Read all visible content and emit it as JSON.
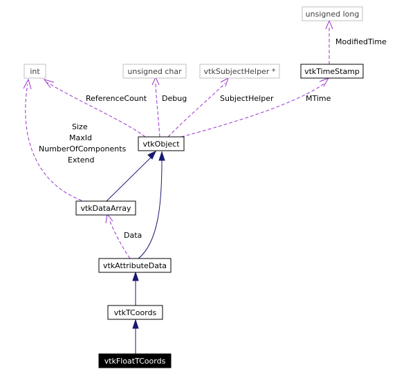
{
  "diagram": {
    "nodes": {
      "unsigned_long": "unsigned long",
      "vtkTimeStamp": "vtkTimeStamp",
      "int": "int",
      "unsigned_char": "unsigned char",
      "vtkSubjectHelper": "vtkSubjectHelper *",
      "vtkObject": "vtkObject",
      "vtkDataArray": "vtkDataArray",
      "vtkAttributeData": "vtkAttributeData",
      "vtkTCoords": "vtkTCoords",
      "vtkFloatTCoords": "vtkFloatTCoords"
    },
    "edge_labels": {
      "modified_time": "ModifiedTime",
      "reference_count": "ReferenceCount",
      "debug": "Debug",
      "subject_helper": "SubjectHelper",
      "mtime": "MTime",
      "size": "Size",
      "max_id": "MaxId",
      "number_of_components": "NumberOfComponents",
      "extend": "Extend",
      "data": "Data"
    },
    "colors": {
      "inheritance": "#191970",
      "usage": "#9a32cd",
      "external_border": "#bfbfbf"
    }
  }
}
